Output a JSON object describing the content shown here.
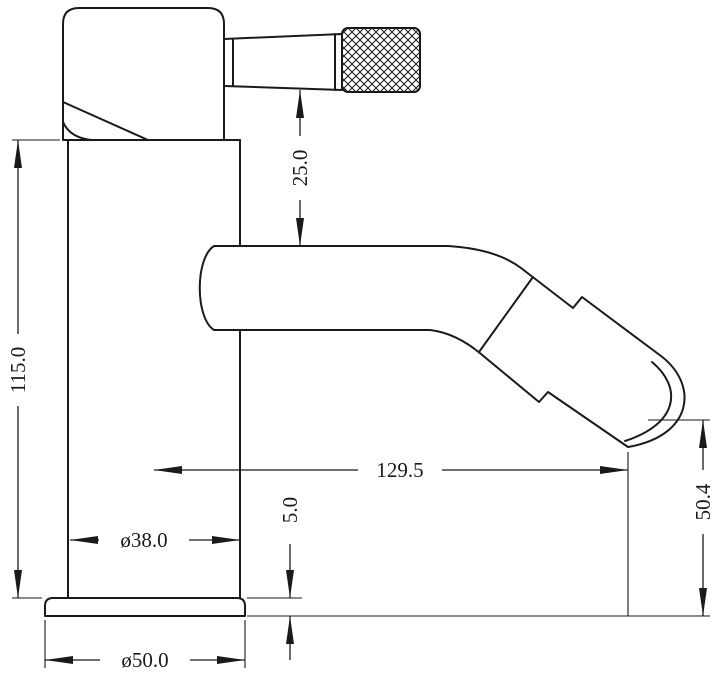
{
  "page": {
    "background": "#ffffff",
    "line_color": "#1a1a1a"
  },
  "drawing": {
    "dimensions": {
      "total_height": "115.0",
      "handle_to_spout": "25.0",
      "spout_reach": "129.5",
      "outlet_to_base": "50.4",
      "base_thickness": "5.0",
      "body_diameter": "ø38.0",
      "base_diameter": "ø50.0"
    }
  }
}
